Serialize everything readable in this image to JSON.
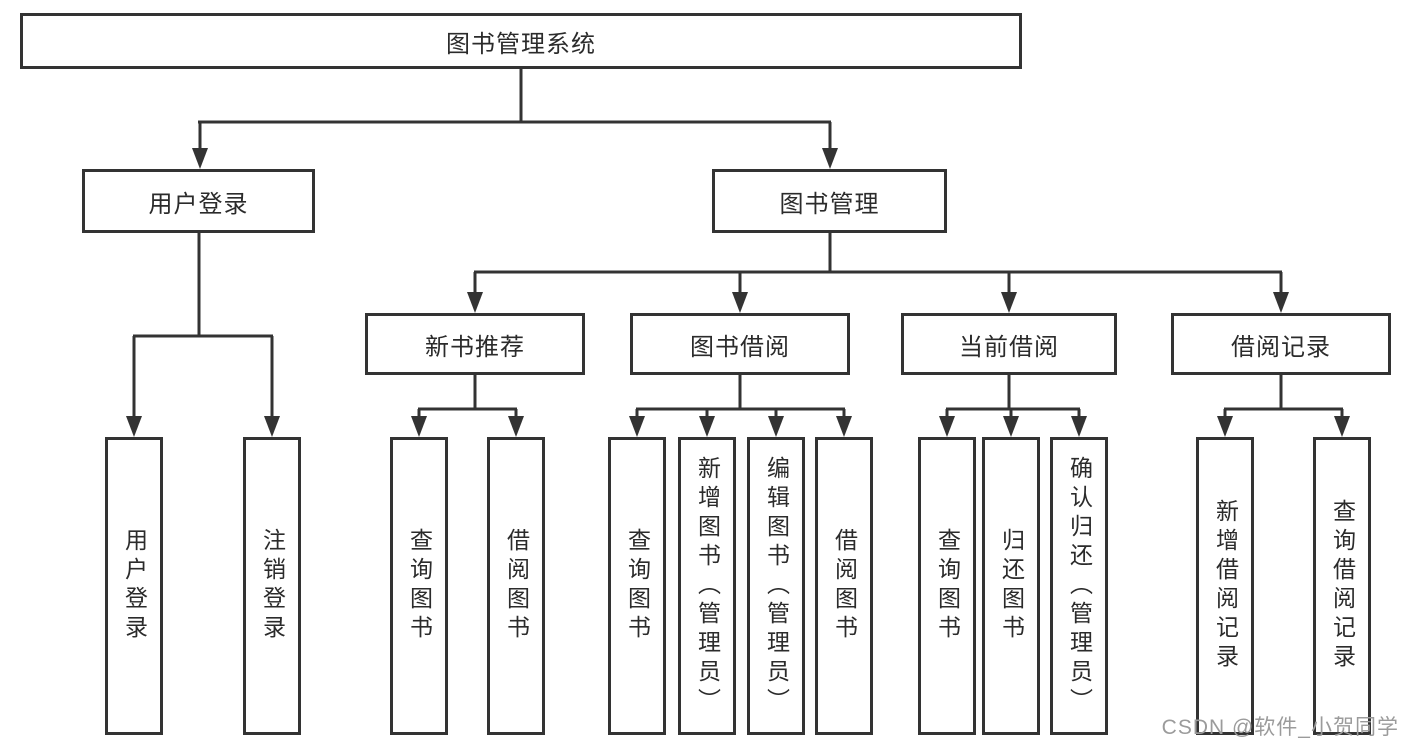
{
  "tree": {
    "label": "图书管理系统",
    "children": [
      {
        "label": "用户登录",
        "children": [
          {
            "label": "用户登录"
          },
          {
            "label": "注销登录"
          }
        ]
      },
      {
        "label": "图书管理",
        "children": [
          {
            "label": "新书推荐",
            "children": [
              {
                "label": "查询图书"
              },
              {
                "label": "借阅图书"
              }
            ]
          },
          {
            "label": "图书借阅",
            "children": [
              {
                "label": "查询图书"
              },
              {
                "label": "新增图书（管理员）"
              },
              {
                "label": "编辑图书（管理员）"
              },
              {
                "label": "借阅图书"
              }
            ]
          },
          {
            "label": "当前借阅",
            "children": [
              {
                "label": "查询图书"
              },
              {
                "label": "归还图书"
              },
              {
                "label": "确认归还（管理员）"
              }
            ]
          },
          {
            "label": "借阅记录",
            "children": [
              {
                "label": "新增借阅记录"
              },
              {
                "label": "查询借阅记录"
              }
            ]
          }
        ]
      }
    ]
  },
  "watermark": {
    "text": "CSDN @软件_小贺同学"
  },
  "colors": {
    "line": "#333333",
    "box_border": "#333333",
    "text": "#2b2b2b",
    "watermark": "#9b9b9b",
    "background": "#ffffff"
  }
}
